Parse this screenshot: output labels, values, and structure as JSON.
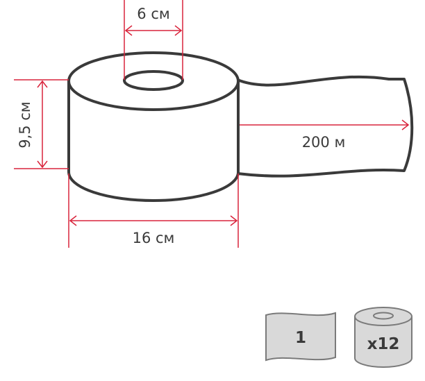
{
  "dimensions": {
    "core_diameter": "6 см",
    "roll_height": "9,5 см",
    "roll_diameter": "16 см",
    "sheet_length": "200 м"
  },
  "badges": {
    "ply_count": "1",
    "pack_count": "x12"
  },
  "colors": {
    "outline": "#3a3a3a",
    "dimension_line": "#d9233b",
    "badge_fill": "#d9d9d9",
    "badge_stroke": "#7a7a7a"
  },
  "icons": [
    "paper-sheet-icon",
    "toilet-roll-icon"
  ]
}
